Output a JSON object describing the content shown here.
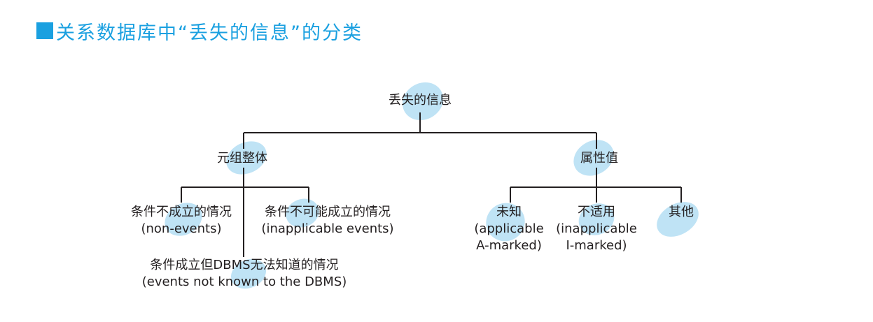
{
  "title": "关系数据库中“丢失的信息”的分类",
  "colors": {
    "accent": "#1aa0e0",
    "blob": "#bfe3f5",
    "line": "#231f20"
  },
  "nodes": {
    "root": {
      "label": "丢失的信息"
    },
    "tuple": {
      "label": "元组整体"
    },
    "attribute": {
      "label": "属性值"
    },
    "non_events": {
      "line1": "条件不成立的情况",
      "line2": "(non-events)"
    },
    "inapplicable_events": {
      "line1": "条件不可能成立的情况",
      "line2": "(inapplicable events)"
    },
    "unknown_events": {
      "line1": "条件成立但DBMS无法知道的情况",
      "line2": "(events not known to the DBMS)"
    },
    "a_marked": {
      "line1": "未知",
      "line2": "(applicable",
      "line3": "A-marked)"
    },
    "i_marked": {
      "line1": "不适用",
      "line2": "(inapplicable",
      "line3": "I-marked)"
    },
    "other": {
      "label": "其他"
    }
  }
}
